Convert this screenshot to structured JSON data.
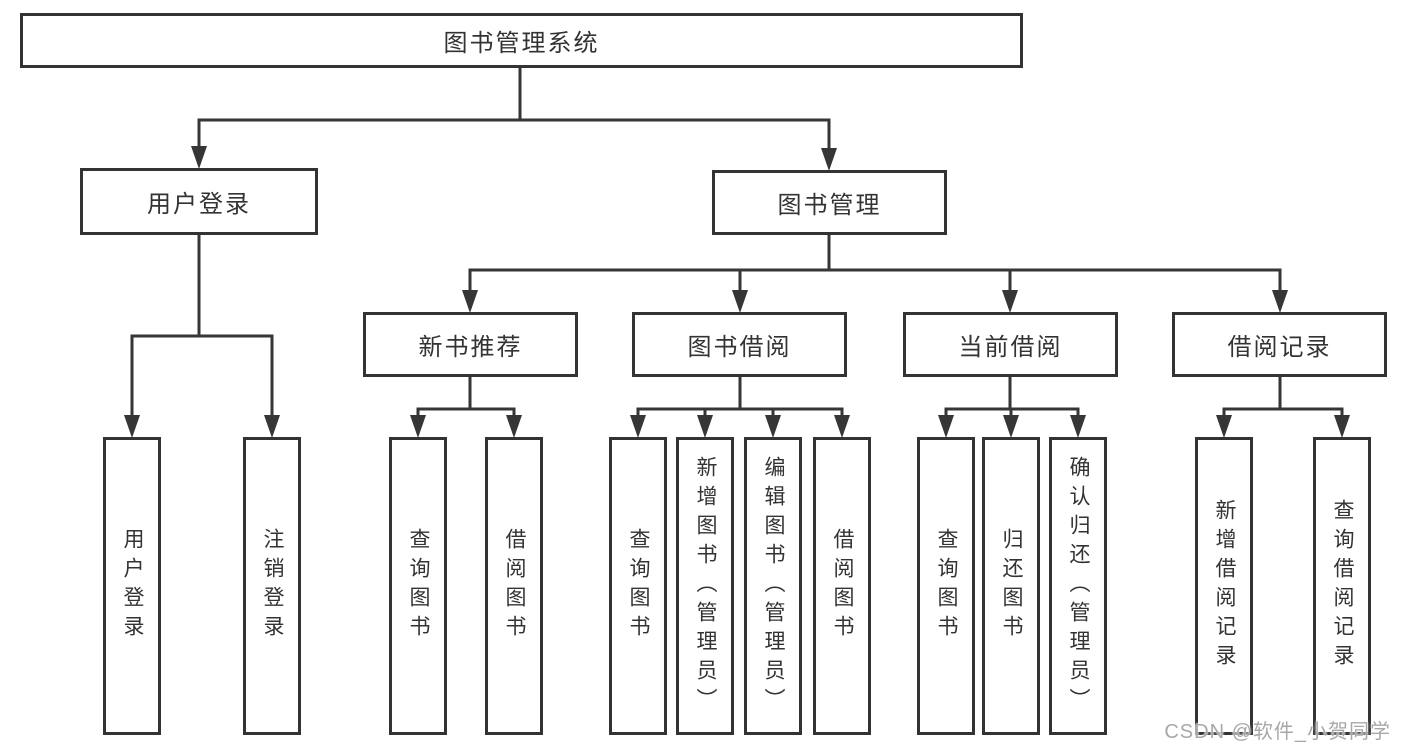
{
  "tree": {
    "root": {
      "label": "图书管理系统"
    },
    "user_login": {
      "label": "用户登录",
      "children": [
        {
          "label": "用户登录"
        },
        {
          "label": "注销登录"
        }
      ]
    },
    "book_management": {
      "label": "图书管理",
      "sections": [
        {
          "label": "新书推荐",
          "children": [
            {
              "label": "查询图书"
            },
            {
              "label": "借阅图书"
            }
          ]
        },
        {
          "label": "图书借阅",
          "children": [
            {
              "label": "查询图书"
            },
            {
              "label": "新增图书（管理员）"
            },
            {
              "label": "编辑图书（管理员）"
            },
            {
              "label": "借阅图书"
            }
          ]
        },
        {
          "label": "当前借阅",
          "children": [
            {
              "label": "查询图书"
            },
            {
              "label": "归还图书"
            },
            {
              "label": "确认归还（管理员）"
            }
          ]
        },
        {
          "label": "借阅记录",
          "children": [
            {
              "label": "新增借阅记录"
            },
            {
              "label": "查询借阅记录"
            }
          ]
        }
      ]
    }
  },
  "watermark": {
    "text": "CSDN @软件_小贺同学"
  },
  "colors": {
    "line": "#363636",
    "box_border": "#333333",
    "box_background": "#ffffff",
    "text": "#333333",
    "watermark": "#a8a8a8"
  }
}
